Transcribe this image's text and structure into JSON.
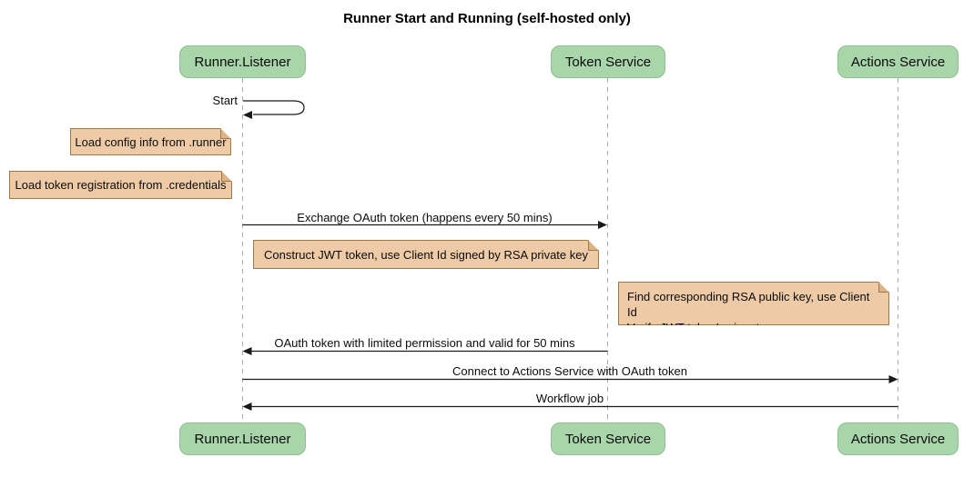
{
  "title": "Runner Start and Running (self-hosted only)",
  "participants": [
    {
      "name": "Runner.Listener"
    },
    {
      "name": "Token Service"
    },
    {
      "name": "Actions Service"
    }
  ],
  "messages": [
    {
      "label": "Start",
      "from": "Runner.Listener",
      "to": "Runner.Listener",
      "kind": "self"
    },
    {
      "label": "Exchange OAuth token (happens every 50 mins)",
      "from": "Runner.Listener",
      "to": "Token Service",
      "kind": "arrow-right"
    },
    {
      "label": "OAuth token with limited permission and valid for 50 mins",
      "from": "Token Service",
      "to": "Runner.Listener",
      "kind": "arrow-left"
    },
    {
      "label": "Connect to Actions Service with OAuth token",
      "from": "Runner.Listener",
      "to": "Actions Service",
      "kind": "arrow-right"
    },
    {
      "label": "Workflow job",
      "from": "Actions Service",
      "to": "Runner.Listener",
      "kind": "arrow-left"
    }
  ],
  "notes": [
    {
      "text": "Load config info from .runner"
    },
    {
      "text": "Load token registration from .credentials"
    },
    {
      "text": "Construct JWT token, use Client Id signed by RSA private key"
    },
    {
      "lines": [
        "Find corresponding RSA public key, use Client Id",
        "Verify JWT token's signature"
      ]
    }
  ],
  "colors": {
    "participant_fill": "#A8D5AA",
    "participant_border": "#8FBE91",
    "note_fill": "#EECBA6",
    "note_border": "#9C7B48",
    "lifeline": "#A9A9A9",
    "arrow": "#1A1A1A",
    "background": "#FFFFFF"
  }
}
